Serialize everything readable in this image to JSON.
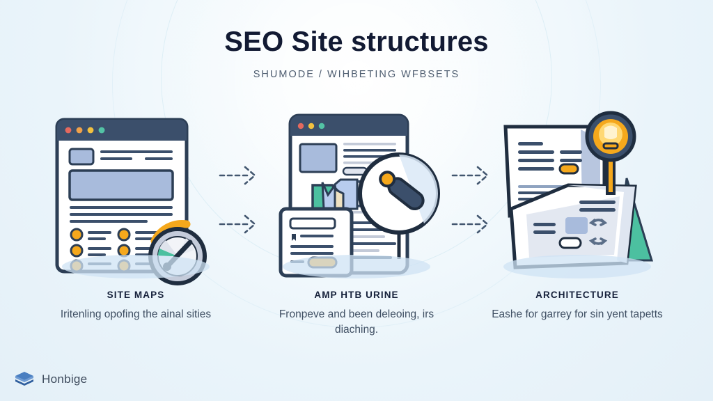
{
  "header": {
    "title": "SEO Site structures",
    "subtitle": "SHUMODE / WIHBETING WFBSETS"
  },
  "colors": {
    "background": "#eaf4fa",
    "title_text": "#121a33",
    "subtitle_text": "#4e5d70",
    "ink": "#2c3e55",
    "ink_dark": "#1f2d3f",
    "accent_orange": "#f5a81c",
    "accent_yellow": "#f8c324",
    "accent_teal": "#4cc0a0",
    "accent_blue": "#a8bbdc",
    "panel_shadow": "#cfe3f4",
    "arrow": "#42566f",
    "brand_blue": "#3f6fb5"
  },
  "panels": [
    {
      "illustration": "browser-window-with-speed-gauge",
      "caption_title": "SITE MAPS",
      "caption_body": "Iritenling opofing the ainal sities",
      "window_dots": [
        "#e4695e",
        "#efa14a",
        "#f3c13f",
        "#53c3a5"
      ]
    },
    {
      "illustration": "browser-folder-documents-with-magnifier",
      "caption_title": "AMP HTB URINE",
      "caption_body": "Fronpeve and been deleoing, irs diaching.",
      "window_dots": [
        "#e4695e",
        "#f3c13f",
        "#53c3a5"
      ]
    },
    {
      "illustration": "stacked-documents-with-lamp-magnifier",
      "caption_title": "ARCHITECTURE",
      "caption_body": "Eashe for garrey for sin yent tapetts",
      "window_dots": []
    }
  ],
  "connectors": [
    {
      "name": "arrow-group-1",
      "style": "dashed",
      "count": 2
    },
    {
      "name": "arrow-group-2",
      "style": "dashed",
      "count": 2
    }
  ],
  "footer": {
    "brand": "Honbige",
    "logo": "stacked-layers-icon"
  }
}
